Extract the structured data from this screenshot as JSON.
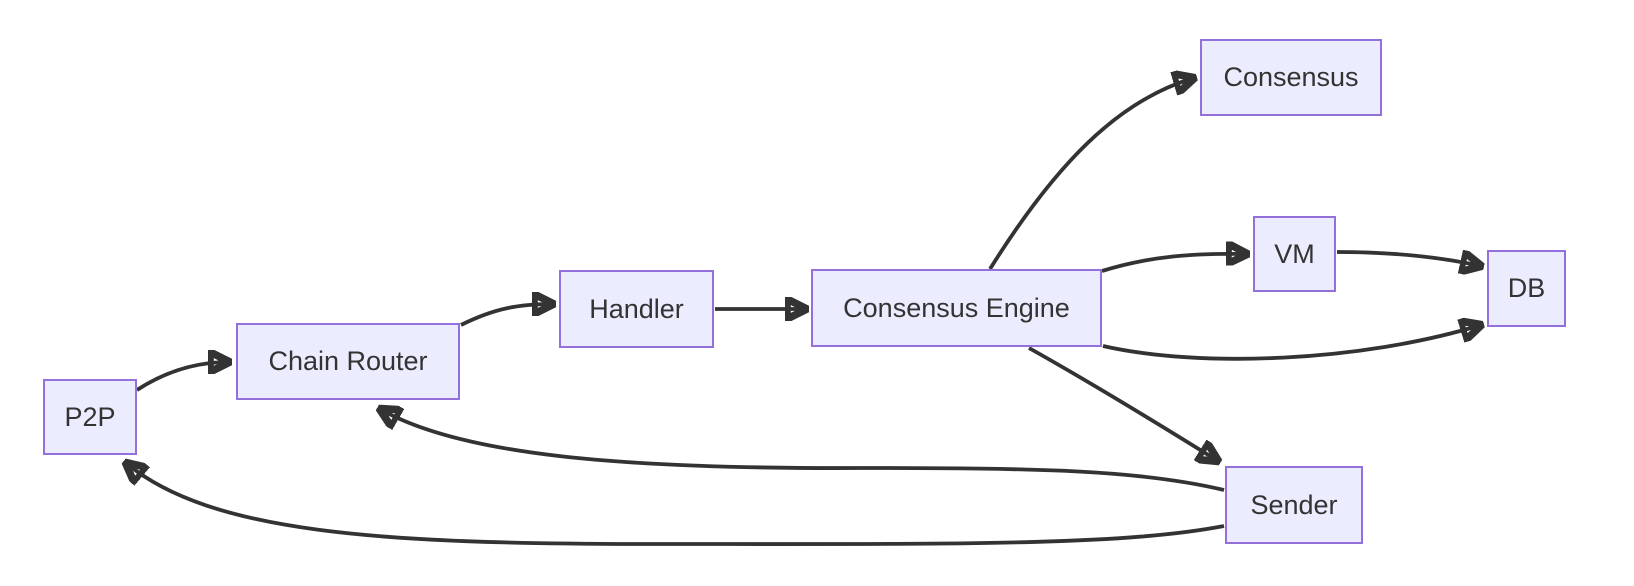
{
  "diagram": {
    "type": "flowchart",
    "direction": "left-to-right",
    "colors": {
      "background": "#ffffff",
      "node_fill": "#ECECFF",
      "node_border": "#9370DB",
      "edge_stroke": "#333333",
      "text": "#333333"
    },
    "nodes": {
      "p2p": {
        "label": "P2P"
      },
      "chain_router": {
        "label": "Chain Router"
      },
      "handler": {
        "label": "Handler"
      },
      "consensus_engine": {
        "label": "Consensus Engine"
      },
      "consensus": {
        "label": "Consensus"
      },
      "vm": {
        "label": "VM"
      },
      "db": {
        "label": "DB"
      },
      "sender": {
        "label": "Sender"
      }
    },
    "edges": [
      {
        "from": "p2p",
        "to": "chain_router"
      },
      {
        "from": "chain_router",
        "to": "handler"
      },
      {
        "from": "handler",
        "to": "consensus_engine"
      },
      {
        "from": "consensus_engine",
        "to": "consensus"
      },
      {
        "from": "consensus_engine",
        "to": "vm"
      },
      {
        "from": "vm",
        "to": "db"
      },
      {
        "from": "consensus_engine",
        "to": "db"
      },
      {
        "from": "consensus_engine",
        "to": "sender"
      },
      {
        "from": "sender",
        "to": "chain_router"
      },
      {
        "from": "sender",
        "to": "p2p"
      }
    ]
  }
}
